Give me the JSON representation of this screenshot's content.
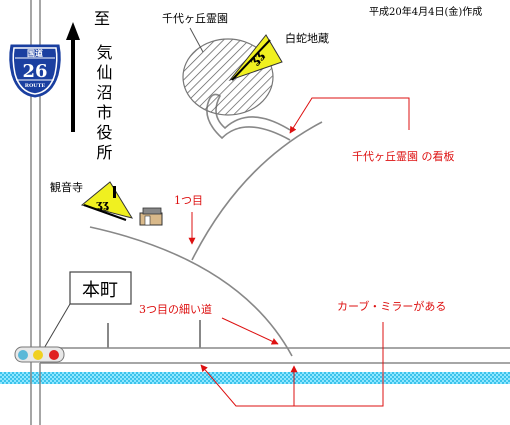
{
  "map": {
    "date": "平成20年4月4日(金)作成",
    "destination_prefix": "至",
    "destination": "気仙沼市役所",
    "route_sign": {
      "top": "国道",
      "number": "26",
      "bottom": "ROUTE"
    },
    "cemetery": "千代ヶ丘霊園",
    "jizo": "白蛇地蔵",
    "signboard": "千代ヶ丘霊園 の看板",
    "temple": "観音寺",
    "first_turn": "1つ目",
    "third_road": "3つ目の細い道",
    "curve_mirror": "カーブ・ミラーがある",
    "town": "本町"
  },
  "colors": {
    "annotation": "#dd1111",
    "river": "#00ccff",
    "road": "#888888",
    "sign_blue": "#1a3fa0",
    "flag_yellow": "#f0f020"
  }
}
